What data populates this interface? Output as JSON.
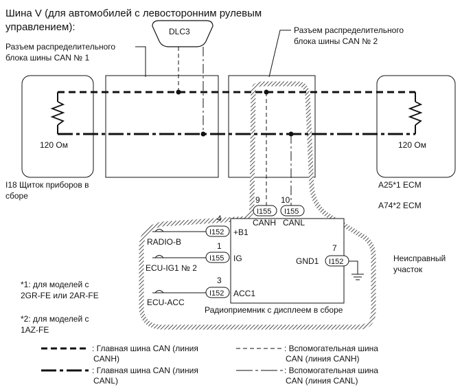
{
  "title": {
    "line1": "Шина V (для автомобилей с левосторонним рулевым",
    "line2": "управлением):"
  },
  "dlc3": "DLC3",
  "junction1": {
    "line1": "Разъем распределительного",
    "line2": "блока шины CAN № 1"
  },
  "junction2": {
    "line1": "Разъем распределительного",
    "line2": "блока шины CAN № 2"
  },
  "resistor_left": "120 Ом",
  "resistor_right": "120 Ом",
  "left_ecu": {
    "line1": "I18 Щиток приборов в",
    "line2": "сборе"
  },
  "right_ecu": {
    "line1": "A25*1  ECM",
    "line2": "A74*2  ECM"
  },
  "head_unit": {
    "label": "Радиоприемник с дисплеем в сборе",
    "canh_pin": "9",
    "canl_pin": "10",
    "canh_conn": "I155",
    "canl_conn": "I155",
    "canh_name": "CANH",
    "canl_name": "CANL",
    "b1_pin": "4",
    "b1_conn": "I152",
    "b1_name": "+B1",
    "ig_pin": "1",
    "ig_conn": "I155",
    "ig_name": "IG",
    "acc_pin": "3",
    "acc_conn": "I152",
    "acc_name": "ACC1",
    "gnd_pin": "7",
    "gnd_conn": "I152",
    "gnd_name": "GND1"
  },
  "fuses": {
    "radio_b": "RADIO-B",
    "ecu_ig1": "ECU-IG1 № 2",
    "ecu_acc": "ECU-ACC"
  },
  "fault_area": {
    "line1": "Неисправный",
    "line2": "участок"
  },
  "notes": {
    "note1_line1": "*1: для моделей с",
    "note1_line2": "2GR-FE или 2AR-FE",
    "note2_line1": "*2: для моделей с",
    "note2_line2": "1AZ-FE"
  },
  "legend": {
    "main_canh_1": ": Главная шина CAN (линия",
    "main_canh_2": "CANH)",
    "main_canl_1": ": Главная шина CAN (линия",
    "main_canl_2": "CANL)",
    "sub_canh_1": ": Вспомогательная шина",
    "sub_canh_2": "CAN (линия CANH)",
    "sub_canl_1": ": Вспомогательная шина",
    "sub_canl_2": "CAN (линия CANL)"
  }
}
